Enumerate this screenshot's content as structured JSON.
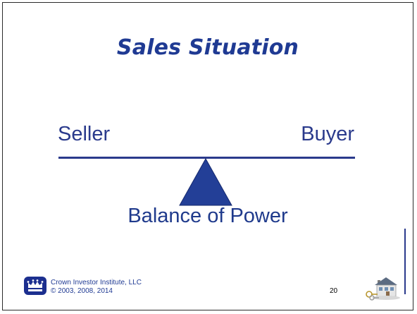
{
  "slide": {
    "title": "Sales Situation",
    "left_label": "Seller",
    "right_label": "Buyer",
    "caption": "Balance of Power",
    "page_number": "20",
    "colors": {
      "title": "#1f3a93",
      "text": "#2a3a8c",
      "fulcrum": "#233f97"
    }
  },
  "footer": {
    "company": "Crown Investor Institute, LLC",
    "copyright": "© 2003, 2008, 2014",
    "logo_icon": "crown-icon",
    "image_icon": "house-keys-icon"
  }
}
